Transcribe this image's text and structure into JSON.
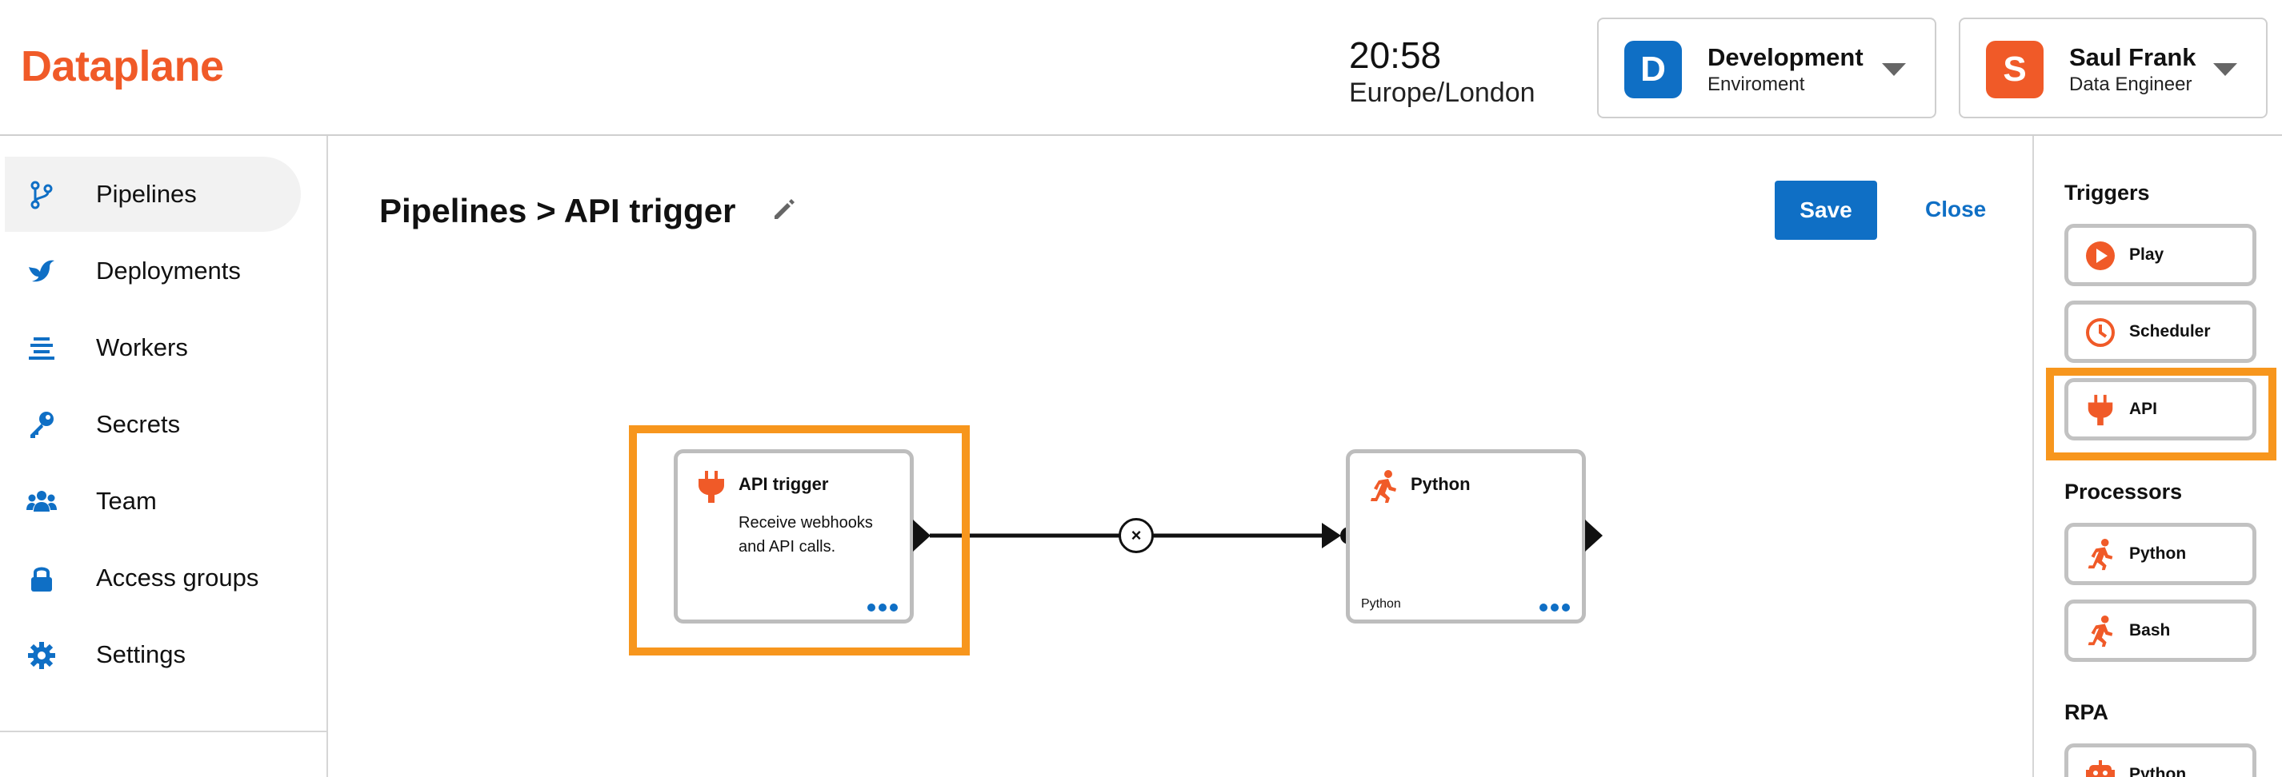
{
  "brand": {
    "name": "Dataplane",
    "color": "#f05a28"
  },
  "clock": {
    "time": "20:58",
    "timezone": "Europe/London"
  },
  "environment": {
    "initial": "D",
    "name": "Development",
    "label": "Enviroment",
    "color": "#0f6fc5"
  },
  "user": {
    "initial": "S",
    "name": "Saul Frank",
    "role": "Data Engineer",
    "color": "#f05a28"
  },
  "sidebar": {
    "items": [
      {
        "label": "Pipelines",
        "icon": "pipeline-branch-icon",
        "active": true
      },
      {
        "label": "Deployments",
        "icon": "bird-icon"
      },
      {
        "label": "Workers",
        "icon": "workers-list-icon"
      },
      {
        "label": "Secrets",
        "icon": "key-icon"
      },
      {
        "label": "Team",
        "icon": "users-icon"
      },
      {
        "label": "Access groups",
        "icon": "lock-icon"
      },
      {
        "label": "Settings",
        "icon": "gear-icon"
      }
    ]
  },
  "main": {
    "title": "Pipelines > API trigger",
    "save_label": "Save",
    "close_label": "Close"
  },
  "canvas": {
    "nodes": [
      {
        "title": "API trigger",
        "description": "Receive webhooks and API calls.",
        "icon": "plug-icon",
        "footer": ""
      },
      {
        "title": "Python",
        "description": "",
        "icon": "runner-icon",
        "footer": "Python"
      }
    ],
    "edge_delete_label": "×"
  },
  "palette": {
    "sections": [
      {
        "title": "Triggers",
        "items": [
          {
            "label": "Play",
            "icon": "play-circle-icon"
          },
          {
            "label": "Scheduler",
            "icon": "clock-icon"
          },
          {
            "label": "API",
            "icon": "plug-icon"
          }
        ]
      },
      {
        "title": "Processors",
        "items": [
          {
            "label": "Python",
            "icon": "runner-icon"
          },
          {
            "label": "Bash",
            "icon": "runner-icon"
          }
        ]
      },
      {
        "title": "RPA",
        "items": [
          {
            "label": "Python",
            "icon": "robot-icon"
          }
        ]
      }
    ]
  },
  "colors": {
    "accent": "#0f6fc5",
    "brand": "#f05a28",
    "highlight": "#f7961d",
    "border": "#c2c2c2"
  }
}
